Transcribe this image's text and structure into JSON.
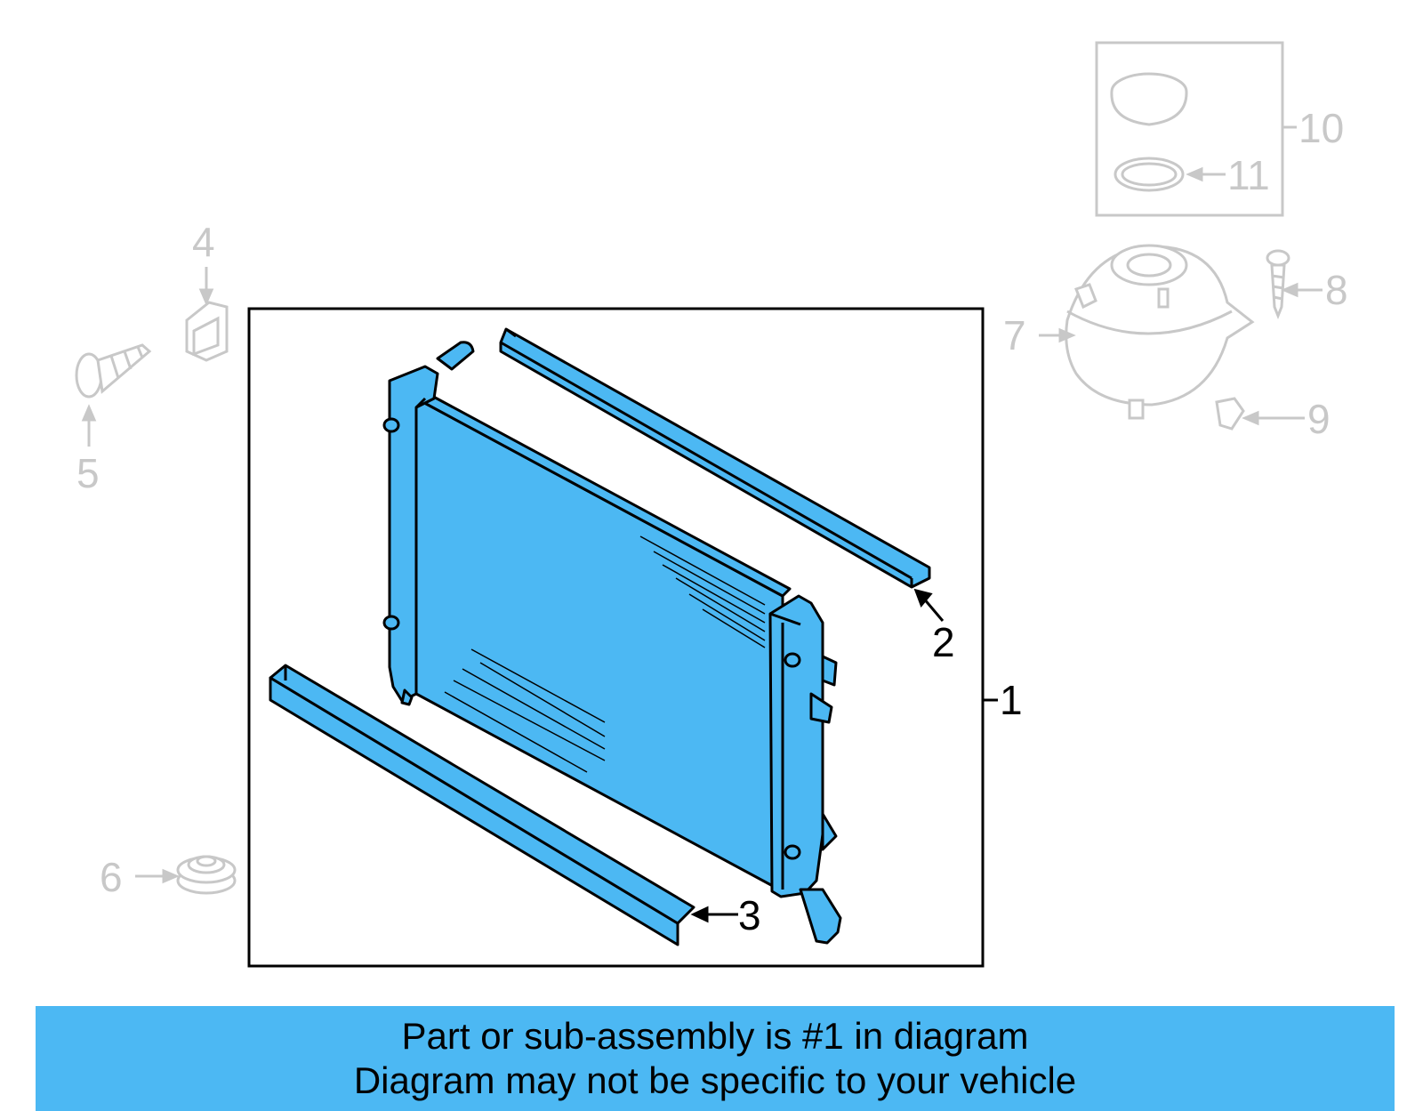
{
  "diagram": {
    "callouts": {
      "c1": "1",
      "c2": "2",
      "c3": "3",
      "c4": "4",
      "c5": "5",
      "c6": "6",
      "c7": "7",
      "c8": "8",
      "c9": "9",
      "c10": "10",
      "c11": "11"
    },
    "colors": {
      "highlight": "#4cb8f3",
      "dim": "#c8c8c8",
      "outline": "#000000"
    }
  },
  "banner": {
    "line1": "Part or sub-assembly is #1 in diagram",
    "line2": "Diagram may not be specific to your vehicle"
  }
}
